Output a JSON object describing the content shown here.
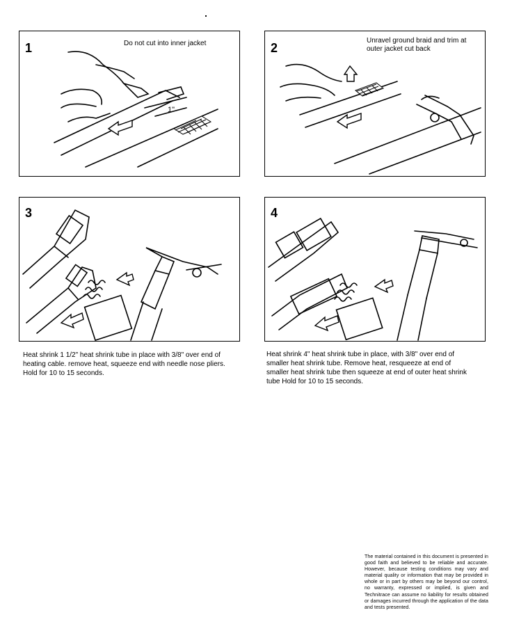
{
  "steps": [
    {
      "number": "1",
      "note": "Do not cut into inner jacket",
      "measure": "1\""
    },
    {
      "number": "2",
      "note_line1": "Unravel ground braid and trim at",
      "note_line2": "outer jacket cut back"
    },
    {
      "number": "3"
    },
    {
      "number": "4"
    }
  ],
  "captions": {
    "step3": [
      "Heat shrink 1 1/2\" heat shrink tube in place  with 3/8\" over end of",
      "heating cable. remove heat, squeeze end with needle nose pliers.",
      "Hold for 10 to 15 seconds."
    ],
    "step4": [
      "Heat shrink 4\" heat shrink tube in place, with 3/8\" over end of",
      "smaller heat shrink tube. Remove heat, resqueeze at end of",
      "smaller heat shrink tube  then squeeze at end of outer heat shrink",
      "tube  Hold for 10 to 15 seconds."
    ]
  },
  "disclaimer": "The material contained in this document is presented in good faith and believed to be reliable and accurate. However, because testing conditions may vary and material quality or information that may be provided in whole or in part by others may be beyond our control, no warranty, expressed or implied, is given and Technitrace can assume no liability for results obtained or damages incurred through the application of the data and tests presented."
}
